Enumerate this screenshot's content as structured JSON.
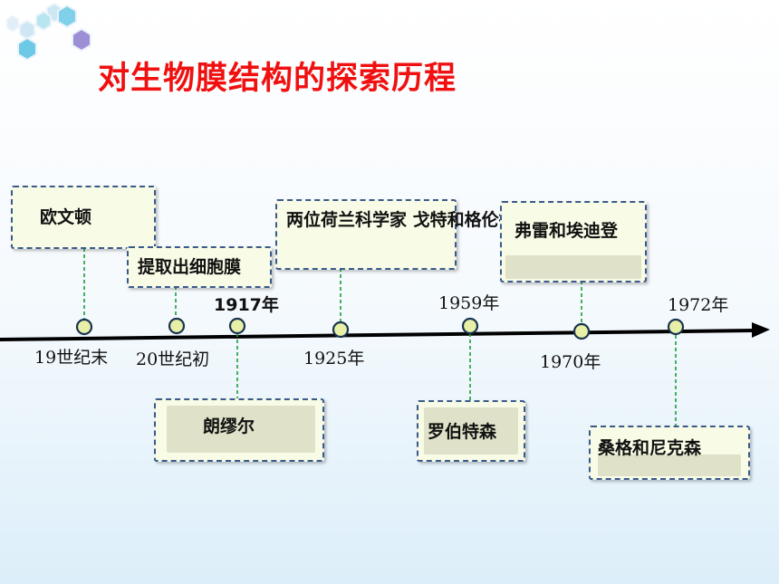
{
  "title": "对生物膜结构的探索历程",
  "events": [
    {
      "date": "19世纪末",
      "name": "欧文顿"
    },
    {
      "date": "20世纪初",
      "name": "提取出细胞膜"
    },
    {
      "date": "1917年",
      "name": "朗缪尔"
    },
    {
      "date": "1925年",
      "name": "两位荷兰科学家\n戈特和格伦德"
    },
    {
      "date": "1959年",
      "name": "罗伯特森"
    },
    {
      "date": "1970年",
      "name": "弗雷和埃迪登"
    },
    {
      "date": "1972年",
      "name": "桑格和尼克森"
    }
  ],
  "colors": {
    "title": "#f01010",
    "node_fill": "#e8f0a8",
    "node_stroke": "#1a3350",
    "connector": "#1a9e3a",
    "box_border": "#3a5a8c"
  }
}
